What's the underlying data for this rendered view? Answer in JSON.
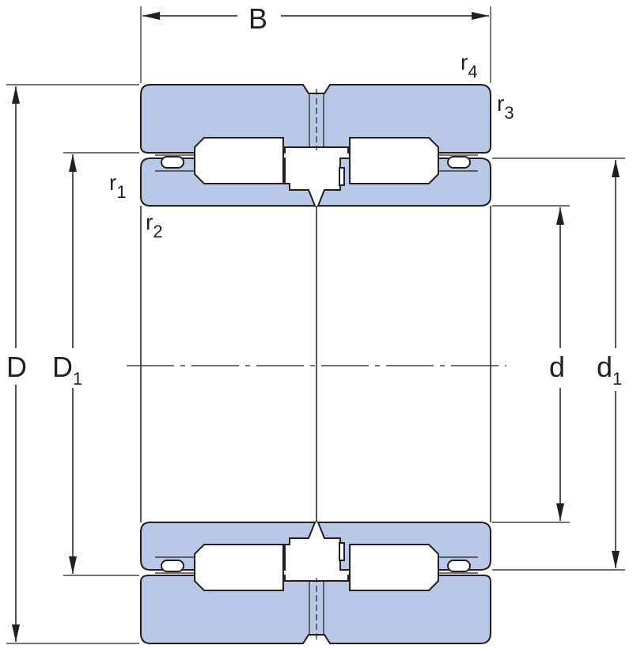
{
  "diagram": {
    "colors": {
      "ring_fill": "#b8c8e6",
      "stroke": "#231f20",
      "background": "#ffffff"
    },
    "labels": {
      "B": {
        "main": "B",
        "sub": ""
      },
      "D": {
        "main": "D",
        "sub": ""
      },
      "D1": {
        "main": "D",
        "sub": "1"
      },
      "d": {
        "main": "d",
        "sub": ""
      },
      "d1": {
        "main": "d",
        "sub": "1"
      },
      "r1": {
        "main": "r",
        "sub": "1"
      },
      "r2": {
        "main": "r",
        "sub": "2"
      },
      "r3": {
        "main": "r",
        "sub": "3"
      },
      "r4": {
        "main": "r",
        "sub": "4"
      }
    }
  }
}
